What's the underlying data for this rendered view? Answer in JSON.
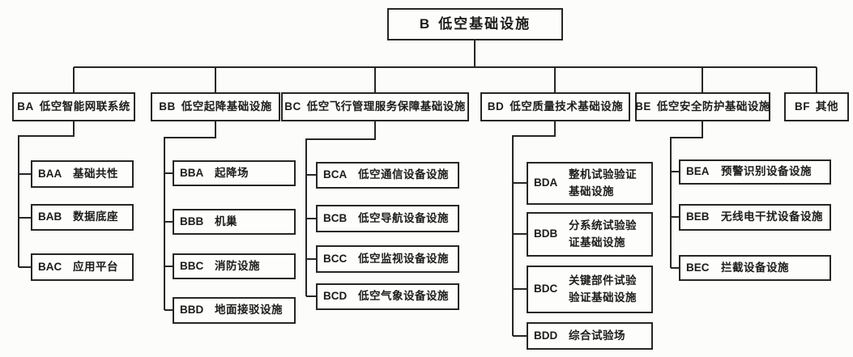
{
  "root": {
    "code": "B",
    "label": "低空基础设施"
  },
  "branches": [
    {
      "code": "BA",
      "label": "低空智能网联系统",
      "children": [
        {
          "code": "BAA",
          "label": "基础共性"
        },
        {
          "code": "BAB",
          "label": "数据底座"
        },
        {
          "code": "BAC",
          "label": "应用平台"
        }
      ]
    },
    {
      "code": "BB",
      "label": "低空起降基础设施",
      "children": [
        {
          "code": "BBA",
          "label": "起降场"
        },
        {
          "code": "BBB",
          "label": "机巢"
        },
        {
          "code": "BBC",
          "label": "消防设施"
        },
        {
          "code": "BBD",
          "label": "地面接驳设施"
        }
      ]
    },
    {
      "code": "BC",
      "label": "低空飞行管理服务保障基础设施",
      "children": [
        {
          "code": "BCA",
          "label": "低空通信设备设施"
        },
        {
          "code": "BCB",
          "label": "低空导航设备设施"
        },
        {
          "code": "BCC",
          "label": "低空监视设备设施"
        },
        {
          "code": "BCD",
          "label": "低空气象设备设施"
        }
      ]
    },
    {
      "code": "BD",
      "label": "低空质量技术基础设施",
      "children": [
        {
          "code": "BDA",
          "label": "整机试验验证基础设施"
        },
        {
          "code": "BDB",
          "label": "分系统试验验证基础设施"
        },
        {
          "code": "BDC",
          "label": "关键部件试验验证基础设施"
        },
        {
          "code": "BDD",
          "label": "综合试验场"
        }
      ]
    },
    {
      "code": "BE",
      "label": "低空安全防护基础设施",
      "children": [
        {
          "code": "BEA",
          "label": "预警识别设备设施"
        },
        {
          "code": "BEB",
          "label": "无线电干扰设备设施"
        },
        {
          "code": "BEC",
          "label": "拦截设备设施"
        }
      ]
    },
    {
      "code": "BF",
      "label": "其他",
      "children": []
    }
  ],
  "colors": {
    "line": "#262626",
    "box_border": "#262626",
    "background": "#fcfcfa",
    "text": "#1c1c1c"
  }
}
